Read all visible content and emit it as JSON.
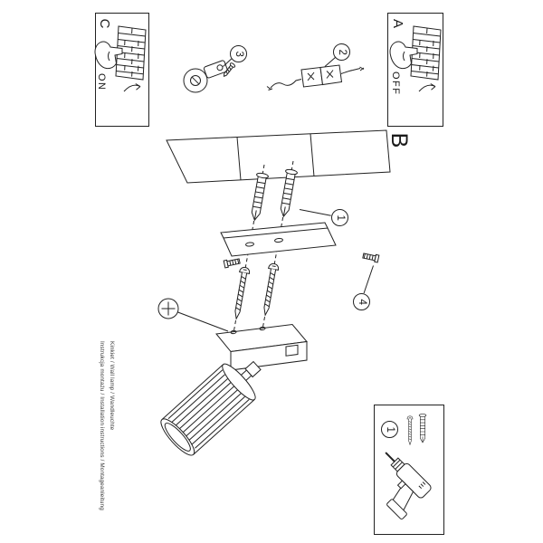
{
  "colors": {
    "background": "#ffffff",
    "ink": "#222222"
  },
  "panels": {
    "switch_on": {
      "letter": "C",
      "label": "ON"
    },
    "switch_off": {
      "letter": "A",
      "label": "OFF"
    },
    "assembly": {
      "letter": "B"
    },
    "tools": {
      "number": "1"
    }
  },
  "callouts": {
    "wall_plugs": "1",
    "terminal_block": "2",
    "cable_clamp": "3",
    "mounting_screws": "4"
  },
  "credits": {
    "instructions": "Instrukcja montażu / Installation instructions / Montageanleitung",
    "product": "Kinkiet / Wall lamp / Wandleuchte"
  },
  "icons": {
    "switch_panel": [
      "pointing-hand-icon",
      "wall-switch-icon",
      "curved-arrow-icon"
    ],
    "steps": [
      "cable-clamp-icon",
      "fixing-screw-icon",
      "terminal-block-icon",
      "wire-icon"
    ],
    "assembly": [
      "ceiling-panel-icon",
      "wall-plug-icon",
      "mounting-bracket-icon",
      "machine-screw-icon",
      "wood-screw-icon",
      "phillips-head-icon",
      "lamp-base-icon",
      "swivel-joint-icon",
      "lamp-shade-icon"
    ],
    "tools": [
      "screw-icon",
      "wall-plug-icon",
      "drill-icon"
    ]
  }
}
